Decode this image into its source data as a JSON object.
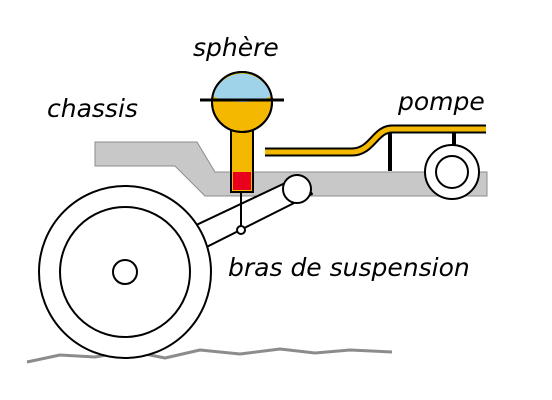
{
  "labels": {
    "sphere": "sphère",
    "chassis": "chassis",
    "pump": "pompe",
    "arm": "bras de suspension"
  },
  "colors": {
    "chassis": "#c8c8c8",
    "oil": "#f5b800",
    "gas": "#9fd3ea",
    "piston": "#e8001c",
    "outline": "#000000",
    "ground": "#8c8c8c"
  }
}
